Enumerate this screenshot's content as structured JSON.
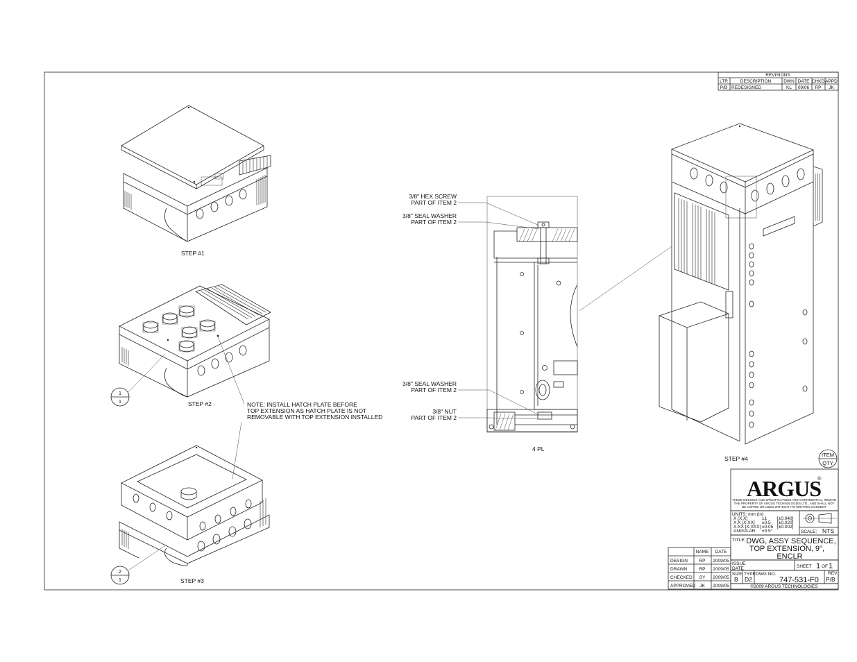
{
  "revisions": {
    "title": "REVISIONS",
    "headers": [
      "LTR",
      "DESCRIPTION",
      "DWN",
      "DATE",
      "CHKD",
      "APPD"
    ],
    "rows": [
      [
        "P/B",
        "REDESIGNED",
        "KL",
        "09/06",
        "RP",
        "JK"
      ]
    ]
  },
  "steps": {
    "step1": "STEP #1",
    "step2": "STEP #2",
    "step3": "STEP #3",
    "step4": "STEP #4"
  },
  "balloons": [
    {
      "item": "1",
      "qty": "1"
    },
    {
      "item": "2",
      "qty": "1"
    }
  ],
  "item_qty_key": {
    "item": "ITEM",
    "qty": "QTY"
  },
  "note": [
    "NOTE: INSTALL HATCH PLATE BEFORE",
    "TOP EXTENSION AS HATCH PLATE IS NOT",
    "REMOVABLE WITH TOP EXTENSION INSTALLED"
  ],
  "callouts": {
    "hex_screw": [
      "3/8\" HEX SCREW",
      "PART OF ITEM 2"
    ],
    "seal_washer_top": [
      "3/8\" SEAL WASHER",
      "PART OF ITEM 2"
    ],
    "seal_washer_bottom": [
      "3/8\" SEAL WASHER",
      "PART OF ITEM 2"
    ],
    "nut": [
      "3/8\" NUT",
      "PART OF ITEM 2"
    ],
    "quantity": "4 PL"
  },
  "title_block": {
    "logo": "ARGUS",
    "logo_mark": "®",
    "confidential": [
      "THESE DESIGNS AND SPECIFICATIONS ARE CONFIDENTIAL, REMAIN",
      "THE PROPERTY OF ARGUS TECHNOLOGIES LTD., AND SHALL NOT",
      "BE COPIED OR USED WITHOUT ITS WRITTEN CONSENT"
    ],
    "units_label": "UNITS: mm (in)",
    "tolerances": [
      [
        "X [X.X]",
        "±1",
        "[±0.040]"
      ],
      [
        "X.X [X.XX]",
        "±0.5",
        "[±0.020]"
      ],
      [
        "X.XX [X.XXX]",
        "±0.05",
        "[±0.002]"
      ],
      [
        "ANGULAR:",
        "±0.5°",
        ""
      ]
    ],
    "scale_label": "SCALE:",
    "scale_value": "NTS",
    "title_label": "TITLE:",
    "title_lines": [
      "DWG, ASSY SEQUENCE,",
      "TOP EXTENSION, 9\",",
      "ENCLR"
    ],
    "issue_date_label": [
      "ISSUE",
      "DATE"
    ],
    "sheet_label": "SHEET",
    "sheet_num": "1",
    "sheet_of": "OF",
    "sheet_total": "1",
    "size_label": "SIZE",
    "size_value": "B",
    "type_label": "TYPE",
    "type_value": "D2",
    "dwg_no_label": "DWG NO.",
    "dwg_no": "747-531-F0",
    "rev_label": "REV",
    "rev_value": "P/B",
    "copyright": "©2009 ARGUS TECHNOLOGIES"
  },
  "approvals": {
    "headers": [
      "NAME",
      "DATE"
    ],
    "rows": [
      [
        "DESIGN",
        "RP",
        "2009/05"
      ],
      [
        "DRAWN",
        "RP",
        "2009/05"
      ],
      [
        "CHECKED",
        "SY",
        "2009/05"
      ],
      [
        "APPROVED",
        "JK",
        "2009/05"
      ]
    ]
  }
}
